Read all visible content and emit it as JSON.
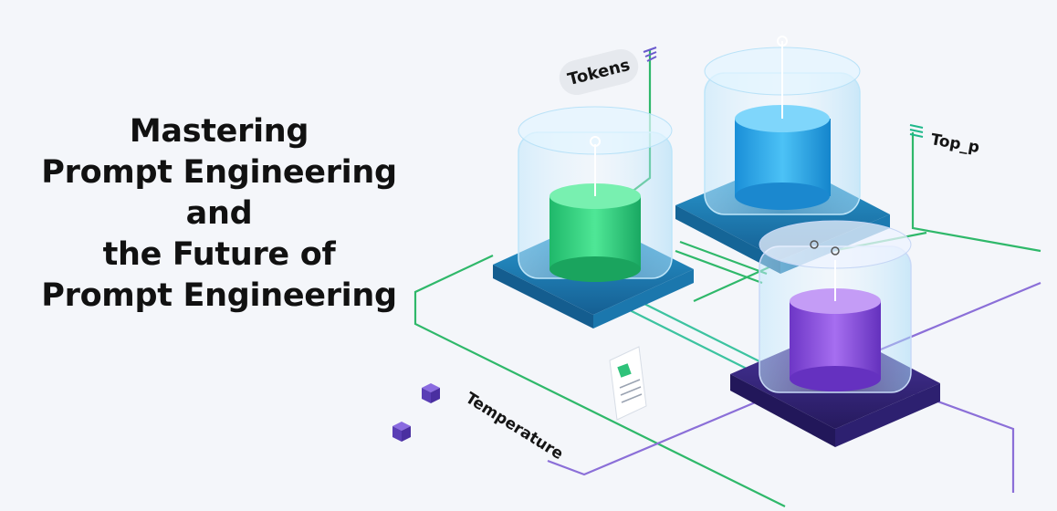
{
  "title": {
    "lines": [
      "Mastering",
      "Prompt Engineering",
      "and",
      "the Future of",
      "Prompt Engineering"
    ]
  },
  "labels": {
    "tokens": "Tokens",
    "top_p": "Top_p",
    "temperature": "Temperature"
  },
  "colors": {
    "background": "#f4f6fa",
    "green_cylinder": "#2fd37a",
    "blue_cylinder": "#25a9ee",
    "purple_cylinder": "#8b4fe0",
    "teal_base": "#1f7fb6",
    "purple_base": "#3c2a86",
    "wire_green": "#2fb86a",
    "wire_purple": "#8b6fd8"
  },
  "icons": [
    "server-cylinder-icon",
    "document-icon",
    "cube-icon",
    "signal-icon"
  ]
}
